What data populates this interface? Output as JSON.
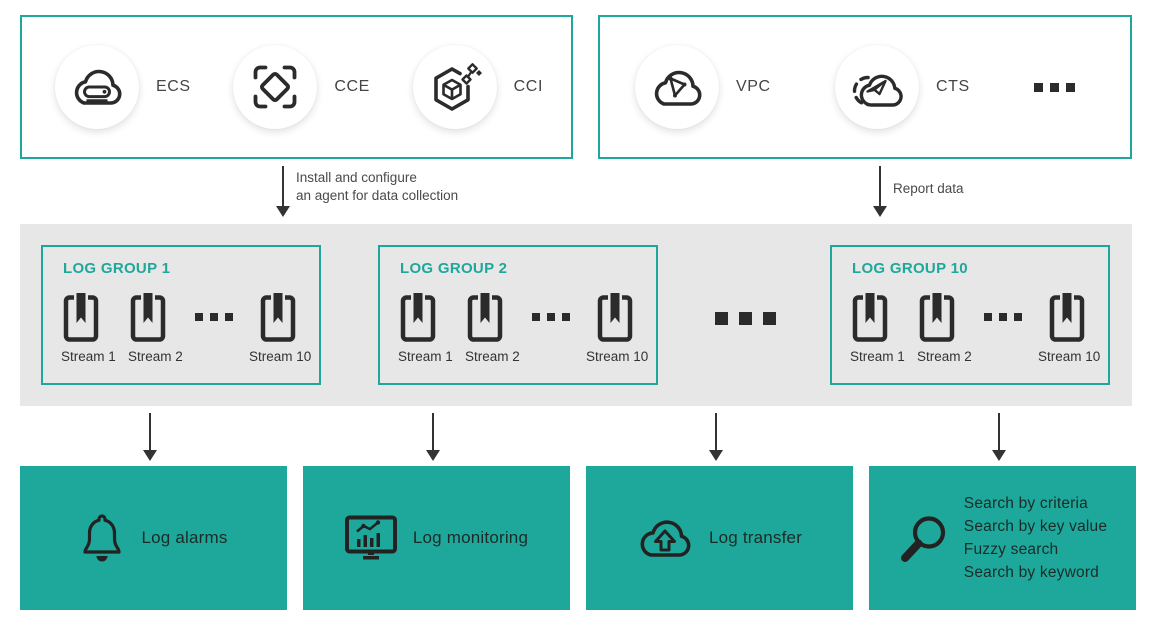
{
  "top_left_box": {
    "services": [
      {
        "label": "ECS",
        "icon": "cloud-server-icon"
      },
      {
        "label": "CCE",
        "icon": "brackets-diamond-icon"
      },
      {
        "label": "CCI",
        "icon": "hexagon-cube-icon"
      }
    ]
  },
  "top_right_box": {
    "services": [
      {
        "label": "VPC",
        "icon": "cloud-network-icon"
      },
      {
        "label": "CTS",
        "icon": "cloud-trace-icon"
      }
    ],
    "more_icon": "ellipsis-icon"
  },
  "flow_labels": {
    "install_agent_line1": "Install and configure",
    "install_agent_line2": "an agent for data collection",
    "report_data": "Report data"
  },
  "log_groups": {
    "groups": [
      {
        "title": "LOG GROUP 1",
        "streams": [
          "Stream 1",
          "Stream 2",
          "Stream 10"
        ]
      },
      {
        "title": "LOG GROUP 2",
        "streams": [
          "Stream 1",
          "Stream 2",
          "Stream 10"
        ]
      },
      {
        "title": "LOG GROUP 10",
        "streams": [
          "Stream 1",
          "Stream 2",
          "Stream 10"
        ]
      }
    ]
  },
  "features": {
    "alarms_label": "Log alarms",
    "monitoring_label": "Log monitoring",
    "transfer_label": "Log transfer",
    "search_lines": [
      "Search by criteria",
      "Search by key value",
      "Fuzzy search",
      "Search by keyword"
    ]
  },
  "colors": {
    "teal": "#1EA89B",
    "band_gray": "#E7E7E7",
    "icon_dark": "#2B2B2B"
  }
}
